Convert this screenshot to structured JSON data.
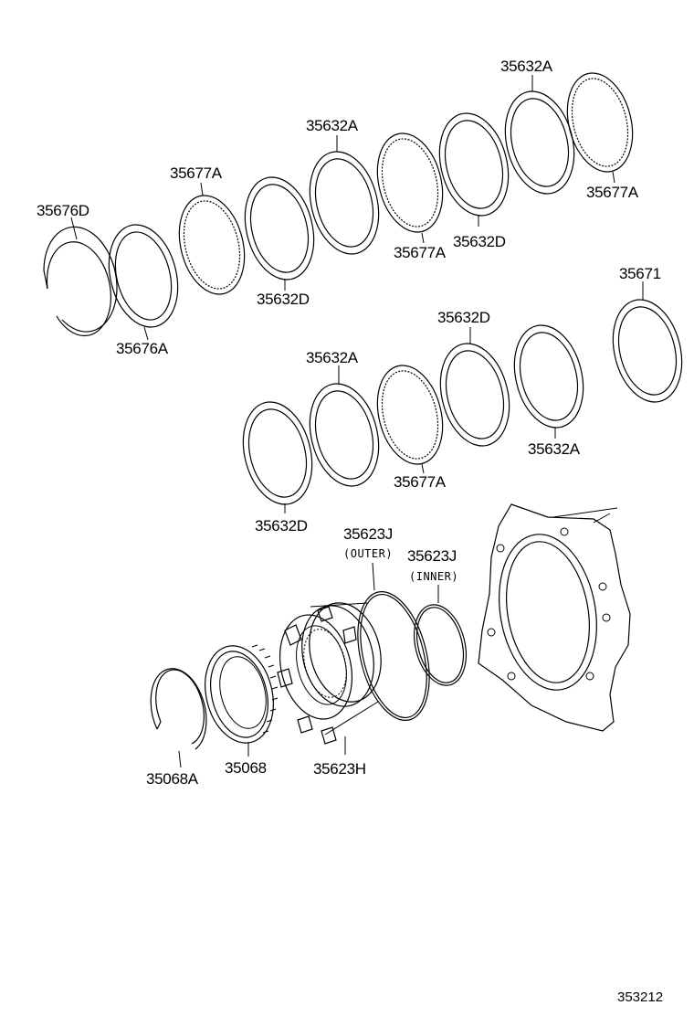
{
  "parts": {
    "p35676D": "35676D",
    "p35676A": "35676A",
    "p35677A_1": "35677A",
    "p35632D_1": "35632D",
    "p35632A_1": "35632A",
    "p35677A_2": "35677A",
    "p35632D_2": "35632D",
    "p35632A_2": "35632A",
    "p35677A_3": "35677A",
    "p35671": "35671",
    "p35632D_3": "35632D",
    "p35632A_3": "35632A",
    "p35677A_4": "35677A",
    "p35632D_4": "35632D",
    "p35632A_4": "35632A",
    "p35623J_outer": "35623J",
    "p35623J_outer_note": "(OUTER)",
    "p35623J_inner": "35623J",
    "p35623J_inner_note": "(INNER)",
    "p35068A": "35068A",
    "p35068": "35068",
    "p35623H": "35623H"
  },
  "diagram_code": "353212"
}
